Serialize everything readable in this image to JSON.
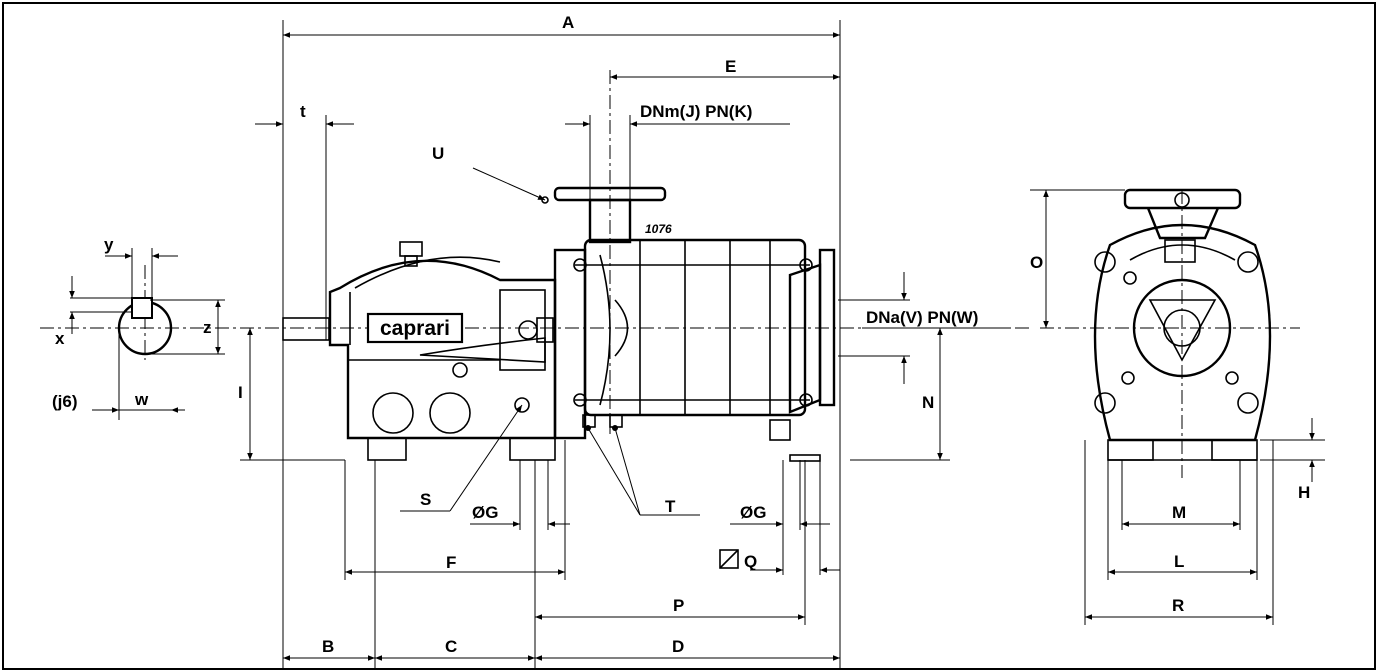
{
  "labels": {
    "A": "A",
    "E": "E",
    "t": "t",
    "DNm": "DNm(J)  PN(K)",
    "U": "U",
    "brand_logo": "caprari",
    "model_no": "1076",
    "DNa": "DNa(V)  PN(W)",
    "O": "O",
    "y": "y",
    "x": "x",
    "z": "z",
    "j6": "(j6)",
    "w": "w",
    "I": "I",
    "N": "N",
    "S": "S",
    "T": "T",
    "G_left": "ØG",
    "G_right": "ØG",
    "F": "F",
    "Q": "Q",
    "P": "P",
    "B": "B",
    "C": "C",
    "D": "D",
    "M": "M",
    "L": "L",
    "R": "R",
    "H": "H"
  },
  "colors": {
    "ink": "#000000",
    "paper": "#ffffff"
  }
}
